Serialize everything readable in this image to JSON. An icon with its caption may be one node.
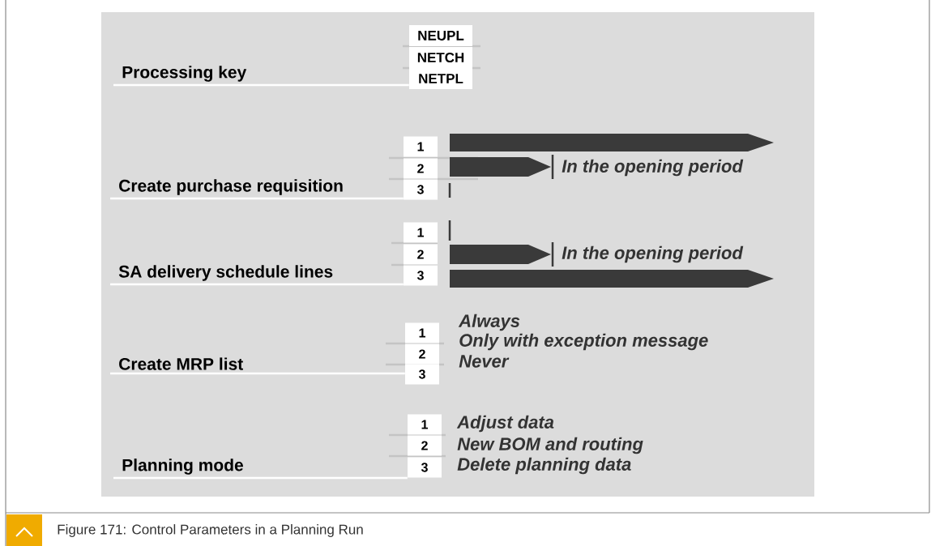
{
  "diagram": {
    "caption": "Figure 171: Control Parameters in a Planning Run",
    "nodes": [
      {
        "text": [
          "NEUPL"
        ]
      },
      {
        "text": [
          "NETCH"
        ]
      },
      {
        "text": [
          "NETPL"
        ]
      },
      {
        "text": [
          "1"
        ]
      },
      {
        "text": [
          "2"
        ]
      },
      {
        "text": [
          "3"
        ]
      },
      {
        "text": [
          "1"
        ]
      },
      {
        "text": [
          "2"
        ]
      },
      {
        "text": [
          "3"
        ]
      },
      {
        "text": [
          "1"
        ],
        "beside": [
          "Always"
        ]
      },
      {
        "text": [
          "2"
        ],
        "beside": [
          "Only with exception message"
        ]
      },
      {
        "text": [
          "3"
        ],
        "beside": [
          "Never"
        ]
      },
      {
        "text": [
          "1"
        ],
        "beside": [
          "Adjust data"
        ]
      },
      {
        "text": [
          "2"
        ],
        "beside": [
          "New BOM and routing"
        ]
      },
      {
        "text": [
          "3"
        ],
        "beside": [
          "Delete planning data"
        ]
      },
      {
        "text": [
          "Processing key"
        ]
      },
      {
        "text": [
          "Create purchase requisition"
        ]
      },
      {
        "text": [
          "SA delivery schedule lines"
        ]
      },
      {
        "text": [
          "Create MRP list"
        ]
      },
      {
        "text": [
          "Planning mode"
        ]
      }
    ],
    "edges": [
      {
        "from": 15,
        "to": 2,
        "arrow": "none"
      },
      {
        "from": 16,
        "to": 5,
        "arrow": "none"
      },
      {
        "from": 17,
        "to": 8,
        "arrow": "none"
      },
      {
        "from": 18,
        "to": 11,
        "arrow": "none"
      },
      {
        "from": 19,
        "to": 14,
        "arrow": "none"
      }
    ],
    "labels": [
      "In the opening period",
      "In the opening period"
    ]
  }
}
